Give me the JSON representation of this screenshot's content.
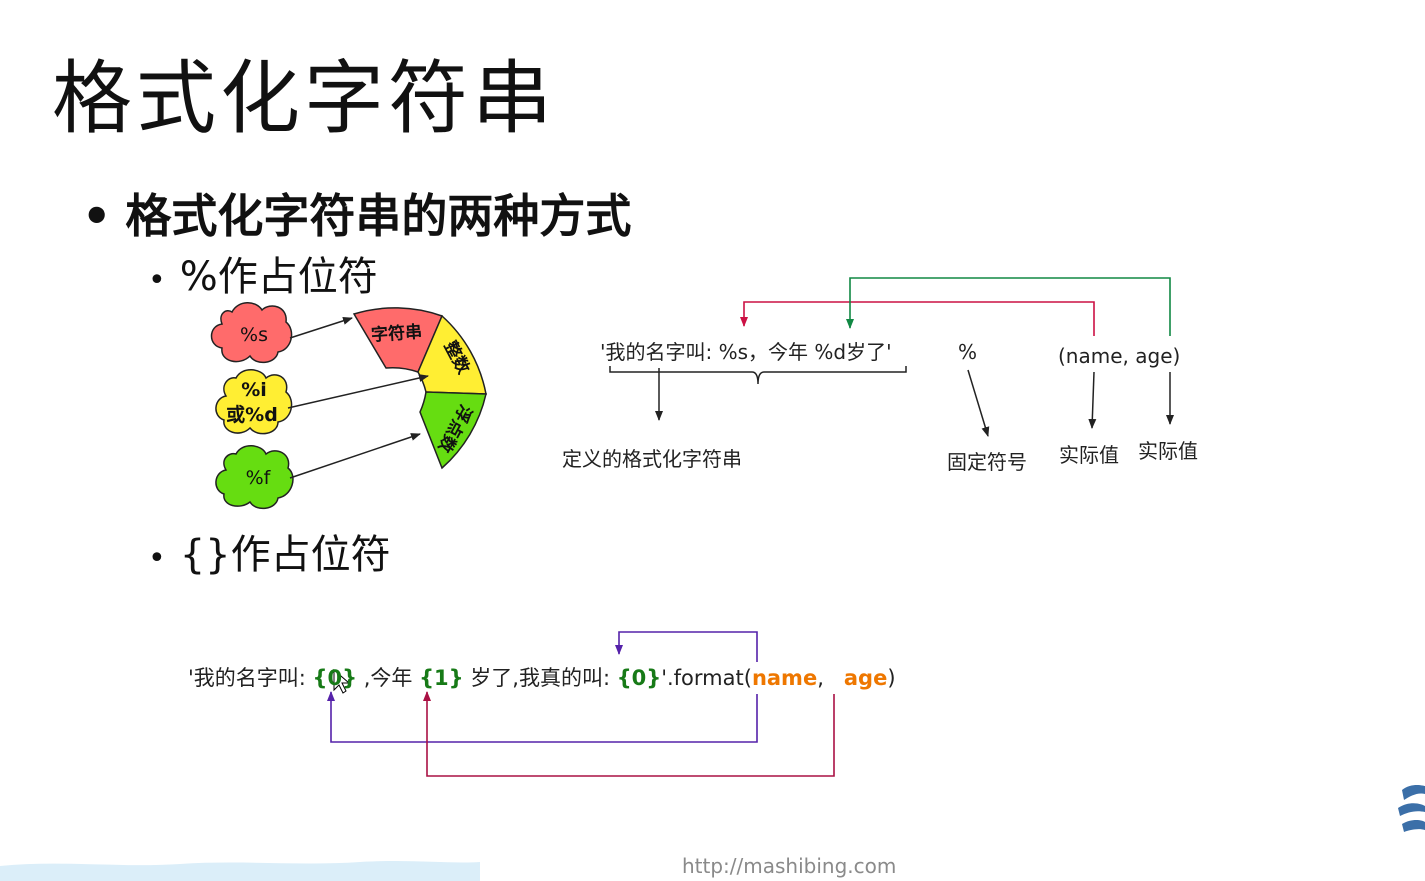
{
  "slide": {
    "title": "格式化字符串",
    "heading": "格式化字符串的两种方式",
    "bullet": "•",
    "sub1": "%作占位符",
    "sub2": "{}作占位符",
    "footer": "http://mashibing.com"
  },
  "placeholder_diagram": {
    "clouds": [
      {
        "label_line1": "%s",
        "label_line2": "",
        "color": "#ff6b6b"
      },
      {
        "label_line1": "%i",
        "label_line2": "或%d",
        "color": "#ffee33"
      },
      {
        "label_line1": "%f",
        "label_line2": "",
        "color": "#66dd11"
      }
    ],
    "arc_segments": [
      {
        "label": "字符串",
        "color": "#ff6b6b"
      },
      {
        "label": "整数",
        "color": "#ffee33"
      },
      {
        "label": "浮点数",
        "color": "#66dd11"
      }
    ]
  },
  "percent_example": {
    "format_string": "'我的名字叫: %s，今年  %d岁了'",
    "operator": "%",
    "args": "(name,   age)",
    "label_format": "定义的格式化字符串",
    "label_operator": "固定符号",
    "label_value1": "实际值",
    "label_value2": "实际值",
    "arrow_colors": {
      "name": "#cc1144",
      "age": "#118844"
    }
  },
  "format_example": {
    "part1": "'我的名字叫: ",
    "ph0": "{0}",
    "part2": " ,今年 ",
    "ph1": "{1}",
    "part3": " 岁了,我真的叫: ",
    "ph0b": "{0}",
    "part4": "'.format(",
    "arg1": "name",
    "sep": ",   ",
    "arg2": "age",
    "close": ")",
    "arrow_colors": {
      "name": "#5522aa",
      "age": "#aa1144"
    }
  }
}
